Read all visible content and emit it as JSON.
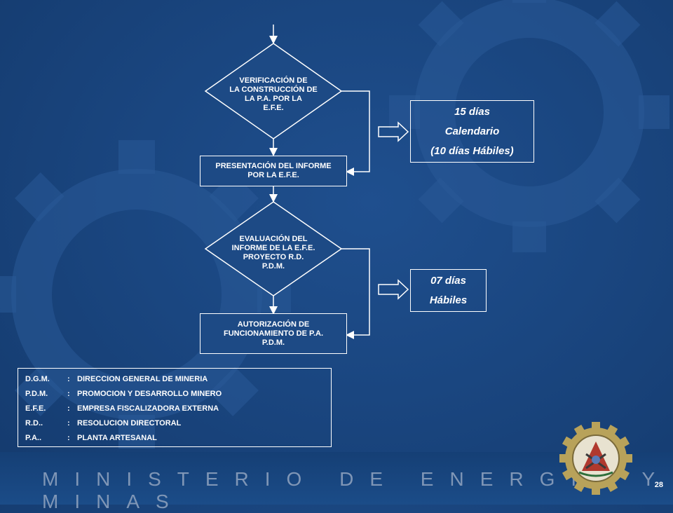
{
  "flow": {
    "decision_1": "VERIFICACIÓN DE\nLA CONSTRUCCIÓN DE\nLA P.A. POR LA\nE.F.E.",
    "process_1": "PRESENTACIÓN DEL INFORME\nPOR LA E.F.E.",
    "decision_2": "EVALUACIÓN DEL\nINFORME DE LA E.F.E.\nPROYECTO R.D.\nP.D.M.",
    "process_2": "AUTORIZACIÓN DE\nFUNCIONAMIENTO DE P.A.\nP.D.M."
  },
  "durations": {
    "first": [
      "15 días",
      "Calendario",
      "(10 días Hábiles)"
    ],
    "second": [
      "07 días",
      "Hábiles"
    ]
  },
  "legend": [
    {
      "abbr": "D.G.M.",
      "desc": "DIRECCION GENERAL DE MINERIA"
    },
    {
      "abbr": "P.D.M.",
      "desc": "PROMOCION Y DESARROLLO MINERO"
    },
    {
      "abbr": "E.F.E.",
      "desc": "EMPRESA FISCALIZADORA EXTERNA"
    },
    {
      "abbr": "R.D..",
      "desc": "RESOLUCION DIRECTORAL"
    },
    {
      "abbr": "P.A..",
      "desc": "PLANTA ARTESANAL"
    }
  ],
  "legend_separator": ":",
  "footer": {
    "ministry": "MINISTERIO DE ENERGÍA Y MINAS",
    "page_number": "28"
  },
  "colors": {
    "background": "#1a4680",
    "line": "#ffffff",
    "gear_watermark": "#2a5a97",
    "ministry_text": "#7f96b6"
  },
  "icons": [
    "gear-watermark-icon",
    "ministry-seal-icon"
  ]
}
